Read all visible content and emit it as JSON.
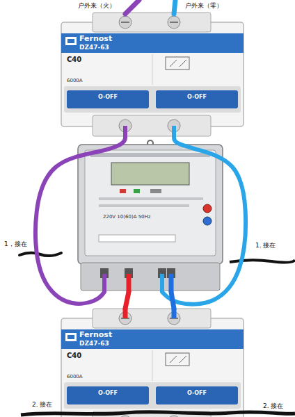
{
  "diagram": {
    "nodes": [
      {
        "text": [
          "Fernost",
          "DZ47-63",
          "C40",
          "6000A",
          "O-OFF",
          "O-OFF"
        ]
      },
      {
        "text": [
          "220V 10(60)A 50Hz"
        ]
      },
      {
        "text": [
          "Fernost",
          "DZ47-63",
          "C40",
          "6000A",
          "O-OFF",
          "O-OFF"
        ]
      }
    ],
    "edges": [
      {
        "from": 0,
        "to": 1,
        "arrow": "none"
      },
      {
        "from": 0,
        "to": 1,
        "arrow": "none"
      },
      {
        "from": 1,
        "to": 2,
        "arrow": "none"
      },
      {
        "from": 1,
        "to": 2,
        "arrow": "none"
      }
    ],
    "labels": [
      "户外来（火）",
      "户外来（零）",
      "1，接在",
      "1. 接在",
      "2. 接在",
      "2. 接在"
    ]
  }
}
